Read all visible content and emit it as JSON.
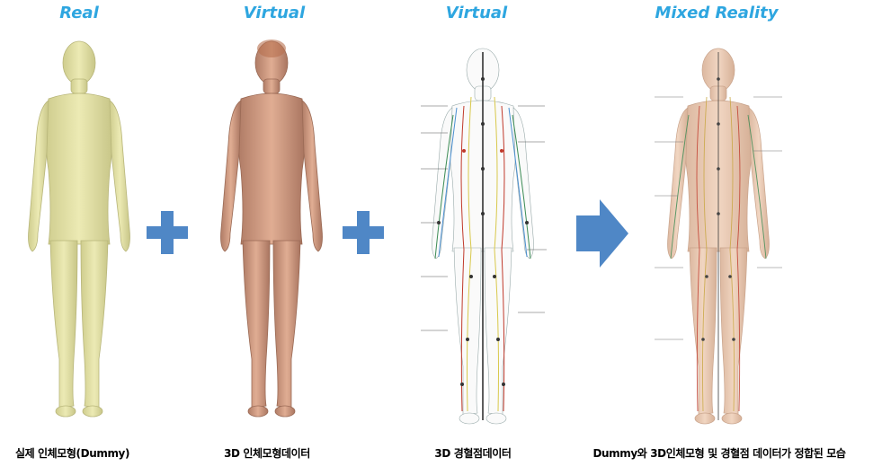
{
  "headers": [
    "Real",
    "Virtual",
    "Virtual",
    "Mixed Reality"
  ],
  "captions": [
    "실제 인체모형(Dummy)",
    "3D 인체모형데이터",
    "3D 경혈점데이터",
    "Dummy와 3D인체모형 및 경혈점 데이터가 정합된 모습"
  ],
  "colors": {
    "header": "#2ea6e0",
    "operator": "#4f87c6",
    "dummy_skin": "#e6e4a8",
    "model_skin": "#d9a48a",
    "meridian_red": "#c0392b",
    "meridian_yellow": "#d8c84a",
    "meridian_green": "#3c8c55"
  },
  "operators": [
    "plus-icon",
    "plus-icon",
    "arrow-right-icon"
  ]
}
